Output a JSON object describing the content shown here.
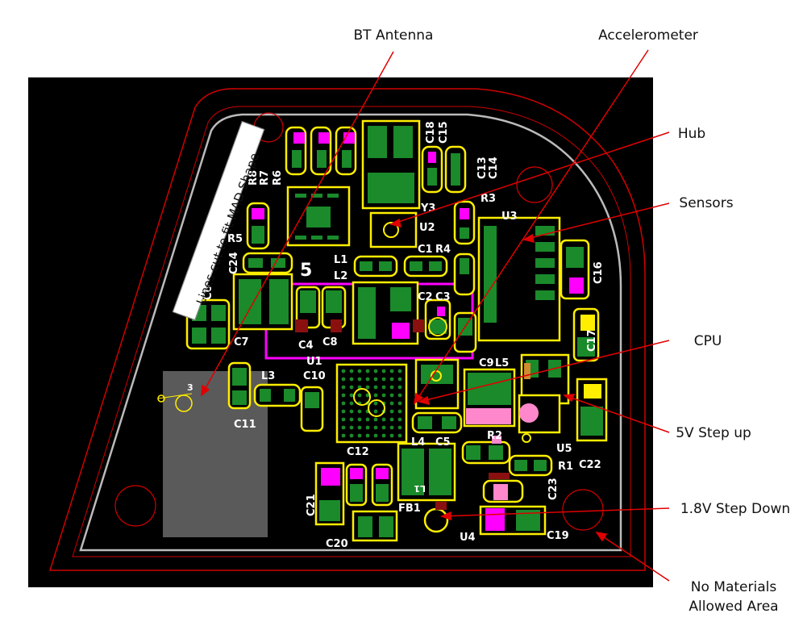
{
  "callouts": {
    "bt_antenna": "BT Antenna",
    "accelerometer": "Accelerometer",
    "hub": "Hub",
    "sensors": "Sensors",
    "cpu": "CPU",
    "step_up": "5V Step up",
    "step_down": "1.8V Step Down",
    "no_materials_line1": "No Materials",
    "no_materials_line2": "Allowed Area"
  },
  "board_note": "Lines cut to fit MAD Shape",
  "designators": [
    "R8",
    "R7",
    "R6",
    "C18",
    "C15",
    "C13",
    "C14",
    "R3",
    "U3",
    "Y3",
    "U2",
    "R5",
    "C24",
    "C1",
    "R4",
    "L1",
    "L2",
    "C16",
    "C6",
    "C2",
    "C3",
    "C7",
    "C8",
    "C4",
    "C9",
    "L5",
    "C17",
    "U1",
    "C10",
    "L3",
    "C11",
    "C12",
    "L4",
    "C5",
    "R2",
    "U5",
    "C22",
    "R1",
    "C23",
    "C21",
    "FB1",
    "U4",
    "C19",
    "C20"
  ],
  "colors": {
    "board": "#000000",
    "pad": "#1a8a2a",
    "outline": "#ffee00",
    "magenta": "#ff00ff",
    "edge": "#e00000",
    "arrow": "#e00000"
  }
}
